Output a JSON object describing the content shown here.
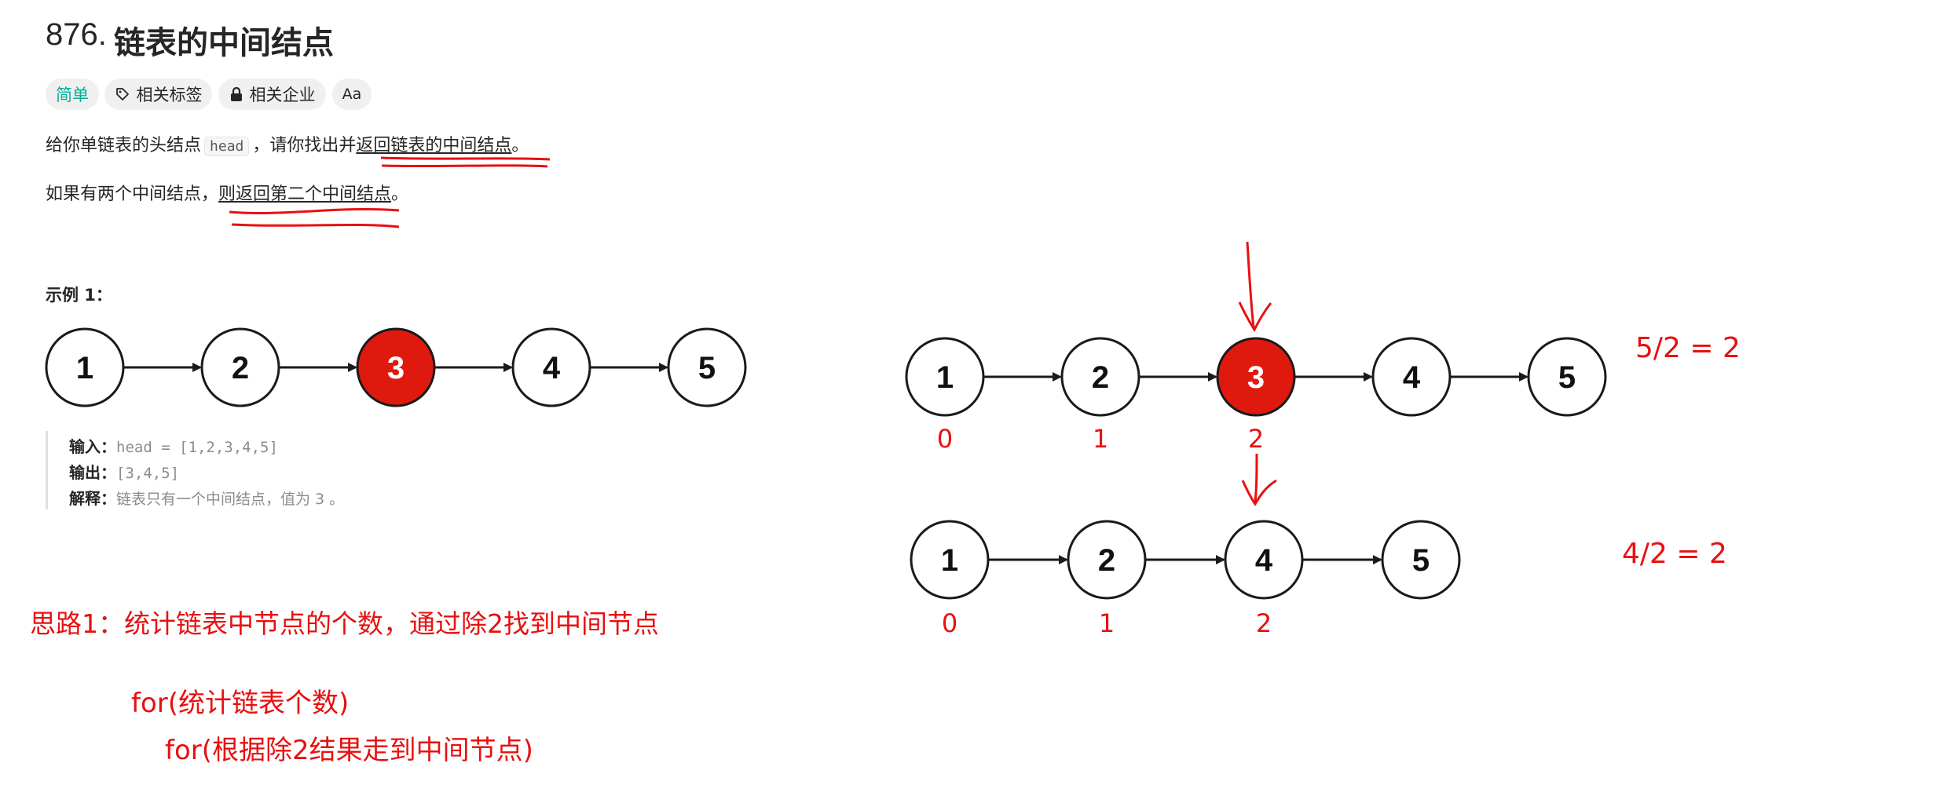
{
  "problem": {
    "number": "876.",
    "title": "链表的中间结点"
  },
  "tags": {
    "difficulty": "简单",
    "topics": "相关标签",
    "companies": "相关企业",
    "lang": "Aa"
  },
  "description": {
    "p1_pre": "给你单链表的头结点",
    "p1_code": "head",
    "p1_mid": "，请你找出并",
    "p1_highlight": "返回链表的中间结点",
    "p1_end": "。",
    "p2_pre": "如果有两个中间结点，",
    "p2_highlight": "则返回第二个中间结点",
    "p2_end": "。"
  },
  "example": {
    "title": "示例 1：",
    "list": [
      "1",
      "2",
      "3",
      "4",
      "5"
    ],
    "highlighted_value": "3",
    "input_label": "输入：",
    "input_value": "head = [1,2,3,4,5]",
    "output_label": "输出：",
    "output_value": "[3,4,5]",
    "explain_label": "解释：",
    "explain_value": "链表只有一个中间结点，值为 3 。"
  },
  "notes": {
    "idea": "思路1：统计链表中节点的个数，通过除2找到中间节点",
    "code_line1": "for(统计链表个数)",
    "code_line2": "for(根据除2结果走到中间节点)",
    "list_a": [
      "1",
      "2",
      "3",
      "4",
      "5"
    ],
    "list_a_indices": [
      "0",
      "1",
      "2"
    ],
    "calc_a": "5/2 = 2",
    "list_b": [
      "1",
      "2",
      "4",
      "5"
    ],
    "list_b_indices": [
      "0",
      "1",
      "2"
    ],
    "calc_b": "4/2 = 2"
  },
  "colors": {
    "accent_red": "#e81010",
    "node_highlight": "#e0190f",
    "easy_green": "#00af9b"
  }
}
